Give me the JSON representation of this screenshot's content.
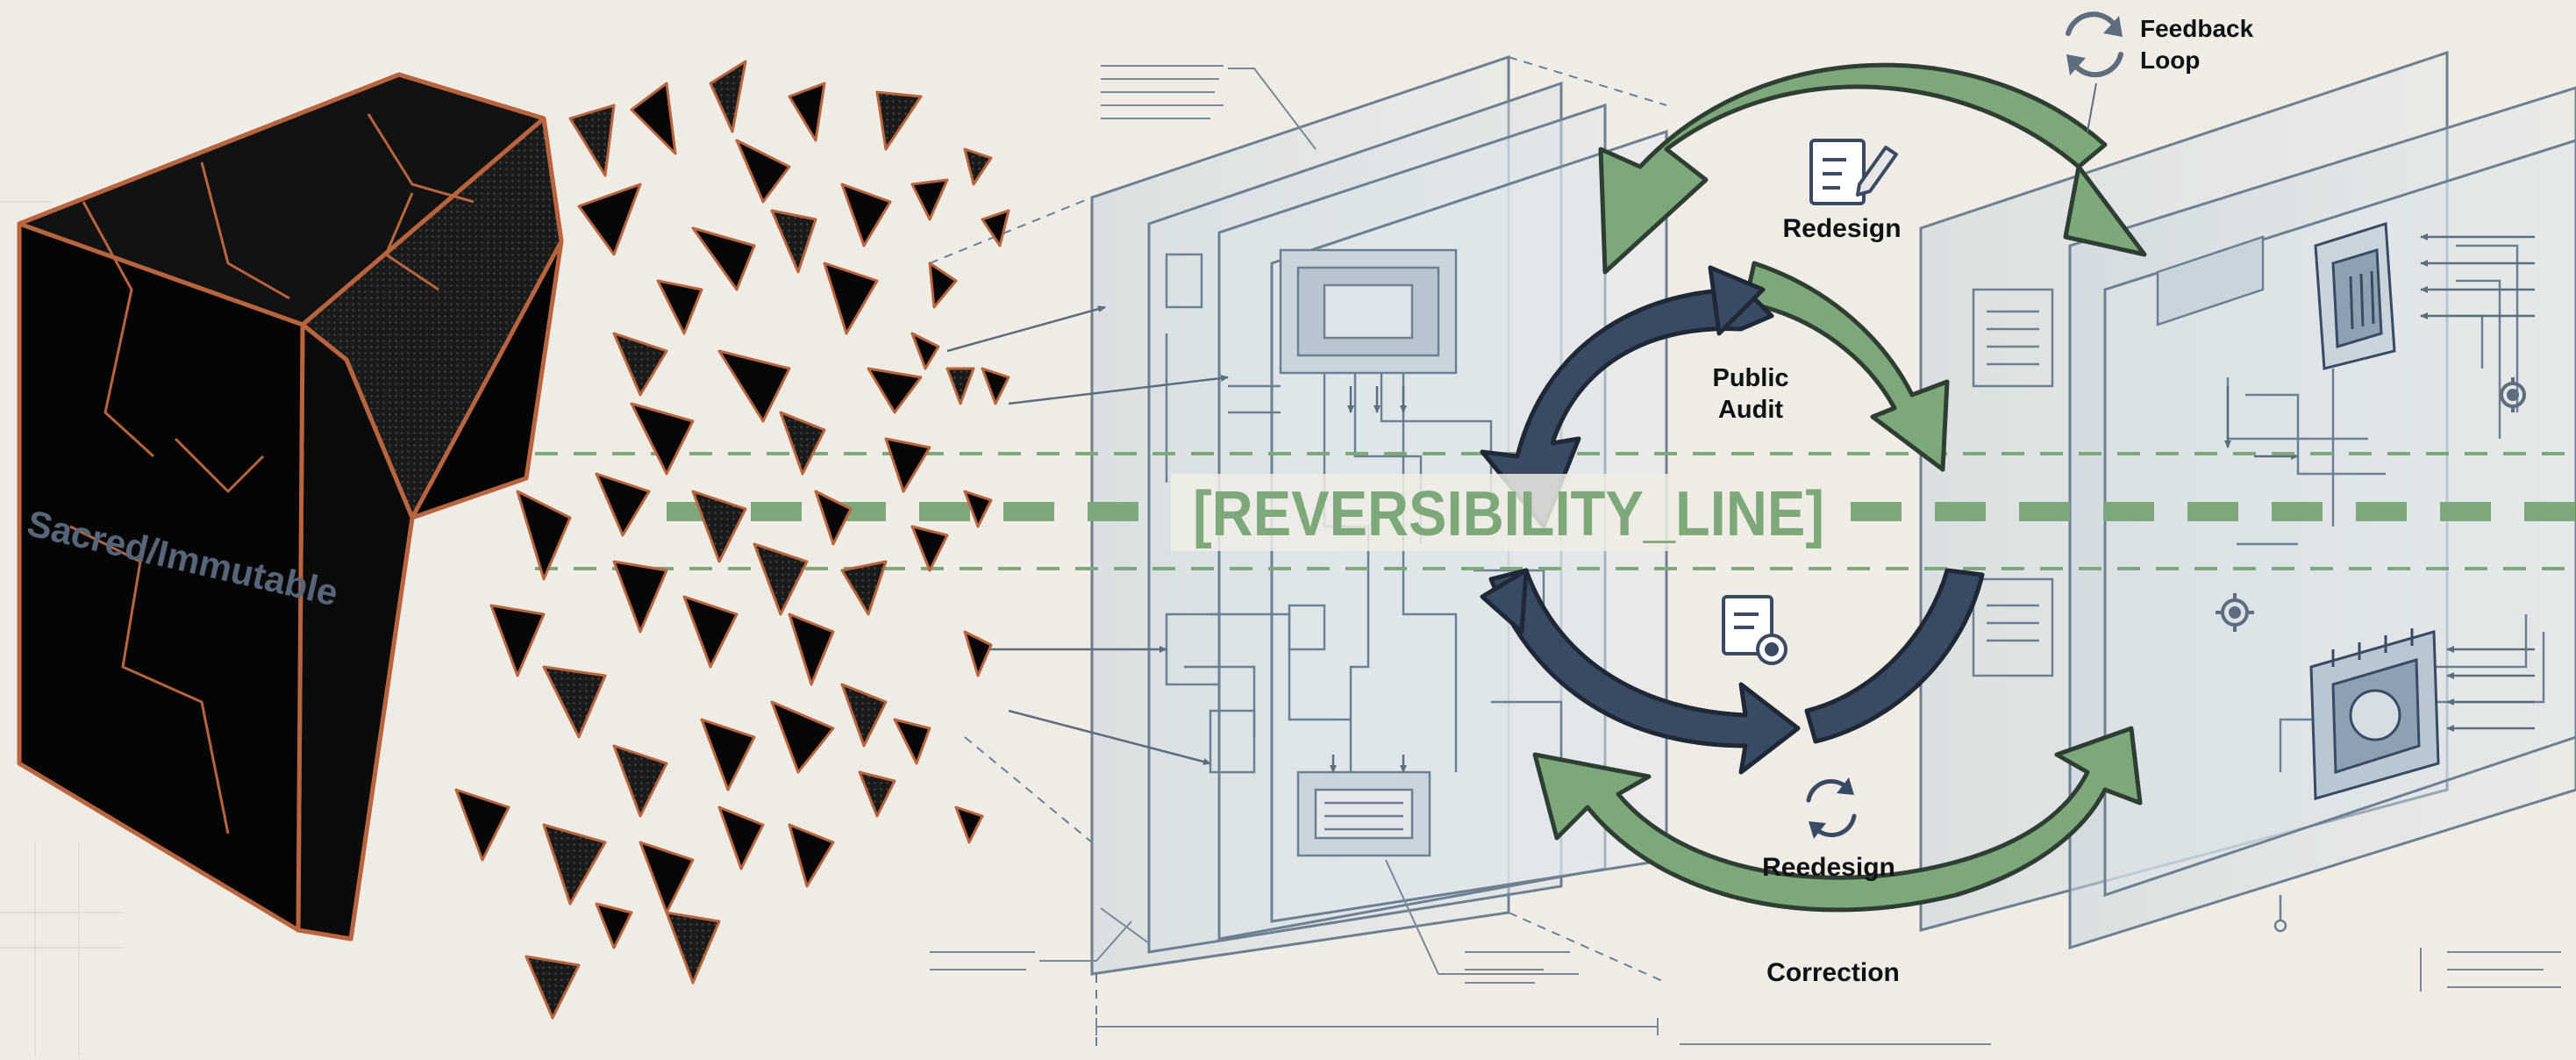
{
  "cube": {
    "label": "Sacred/Immutable"
  },
  "reversibility": {
    "label": "[REVERSIBILITY_LINE]"
  },
  "loop": {
    "top_label": "Redesign",
    "center_label_line1": "Public",
    "center_label_line2": "Audit",
    "lower_label": "Reedesign",
    "bottom_label": "Correction"
  },
  "feedback": {
    "line1": "Feedback",
    "line2": "Loop"
  },
  "colors": {
    "background": "#eeece4",
    "cube_fill": "#050505",
    "cube_edge": "#b8643e",
    "accent_green": "#7ea87c",
    "accent_navy": "#3b4a63",
    "blueprint_line": "#6f7f92",
    "blueprint_fill": "#d3dde5"
  },
  "icons": [
    "document-pencil-icon",
    "document-gear-icon",
    "refresh-icon",
    "feedback-cycle-icon",
    "chip-icon",
    "gear-icon"
  ]
}
